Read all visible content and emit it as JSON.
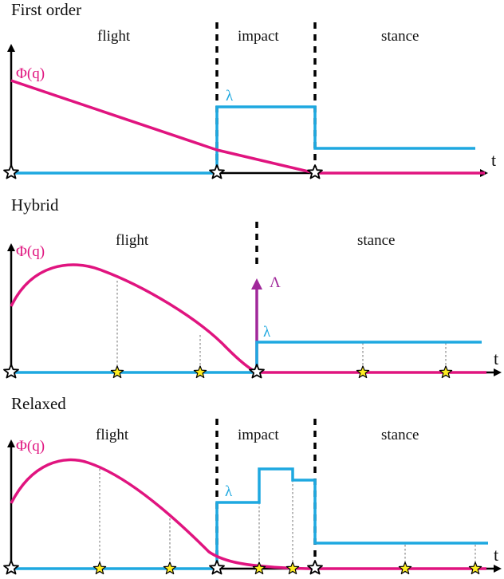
{
  "colors": {
    "phi": "#e0147f",
    "lambda": "#1ea8e0",
    "impulse": "#a0289a",
    "yellow_star": "#ffee22",
    "axis": "#000000"
  },
  "panels": [
    {
      "title": "First order",
      "phases": [
        "flight",
        "impact",
        "stance"
      ],
      "axis_label": "t",
      "phi_label": "Φ(q)",
      "lambda_label": "λ"
    },
    {
      "title": "Hybrid",
      "phases": [
        "flight",
        "stance"
      ],
      "axis_label": "t",
      "phi_label": "Φ(q)",
      "lambda_label": "λ",
      "impulse_label": "Λ"
    },
    {
      "title": "Relaxed",
      "phases": [
        "flight",
        "impact",
        "stance"
      ],
      "axis_label": "t",
      "phi_label": "Φ(q)",
      "lambda_label": "λ"
    }
  ]
}
